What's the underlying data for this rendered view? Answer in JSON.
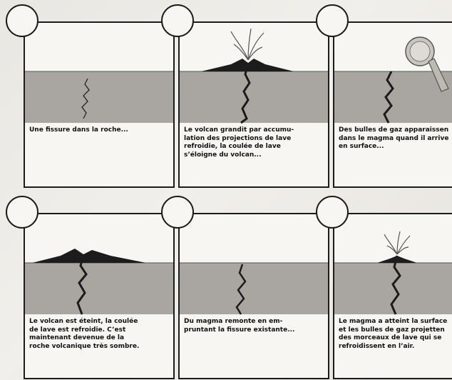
{
  "panels": [
    {
      "caption": "Une fissure dans la roche..."
    },
    {
      "caption": "Le volcan grandit par accumu-\nlation des projections de lave\nrefroidie, la coulée de lave\ns’éloigne du volcan..."
    },
    {
      "caption": "Des bulles de gaz apparaissen\ndans le magma quand il arrive\nen surface..."
    },
    {
      "caption": "Le volcan est éteint, la coulée\nde lave est refroidie. C’est\nmaintenant devenue de la\nroche volcanique très sombre."
    },
    {
      "caption": "Du magma remonte en em-\npruntant la fissure existante..."
    },
    {
      "caption": "Le magma a atteint la surface\net les bulles de gaz projetten\ndes morceaux de lave qui se\nrefroidissent en l’air."
    }
  ],
  "colors": {
    "ground": "#a9a6a1",
    "ink": "#1c1c1c",
    "paper": "#f7f6f3"
  }
}
